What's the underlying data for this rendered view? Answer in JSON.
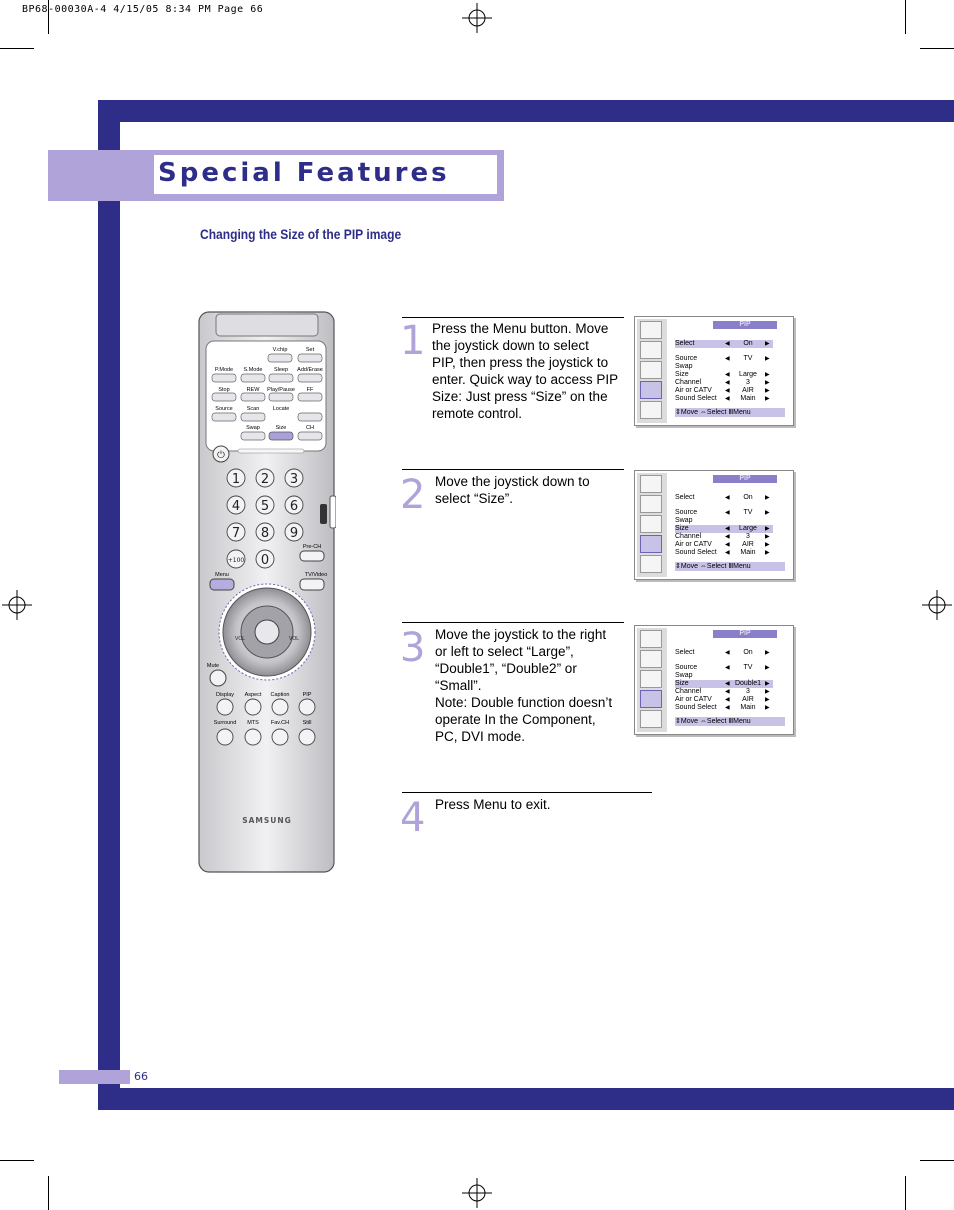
{
  "slug": "BP68-00030A-4  4/15/05  8:34 PM  Page 66",
  "section_title": "Special Features",
  "subtitle": "Changing the Size of the PIP image",
  "page_number": "66",
  "steps": [
    {
      "number": "1",
      "lines": [
        "Press the Menu button. Move",
        "the joystick down to select",
        "PIP, then press the joystick to",
        "enter. Quick way to access PIP",
        "Size: Just press “Size” on the",
        "remote control."
      ]
    },
    {
      "number": "2",
      "lines": [
        "Move the joystick down to",
        "select  “Size”."
      ]
    },
    {
      "number": "3",
      "lines": [
        "Move the joystick to the right",
        "or left to select “Large”,",
        "“Double1”, “Double2” or",
        "“Small”.",
        "Note: Double function doesn’t",
        "operate In the Component,",
        "PC, DVI mode."
      ]
    },
    {
      "number": "4",
      "lines": [
        "Press Menu to exit."
      ]
    }
  ],
  "menus": [
    {
      "header": "PIP",
      "rows": [
        {
          "label": "Select",
          "value": "On",
          "arrows": true
        },
        {
          "label": "Source",
          "value": "TV",
          "arrows": true
        },
        {
          "label": "Swap",
          "value": "",
          "arrows": false
        },
        {
          "label": "Size",
          "value": "Large",
          "arrows": true
        },
        {
          "label": "Channel",
          "value": "3",
          "arrows": true
        },
        {
          "label": "Air or CATV",
          "value": "AIR",
          "arrows": true
        },
        {
          "label": "Sound Select",
          "value": "Main",
          "arrows": true
        }
      ],
      "footer": "⇕Move  ⇔Select  ⅢMenu",
      "highlight": 0
    },
    {
      "header": "PIP",
      "rows": [
        {
          "label": "Select",
          "value": "On",
          "arrows": true
        },
        {
          "label": "Source",
          "value": "TV",
          "arrows": true
        },
        {
          "label": "Swap",
          "value": "",
          "arrows": false
        },
        {
          "label": "Size",
          "value": "Large",
          "arrows": true
        },
        {
          "label": "Channel",
          "value": "3",
          "arrows": true
        },
        {
          "label": "Air or CATV",
          "value": "AIR",
          "arrows": true
        },
        {
          "label": "Sound Select",
          "value": "Main",
          "arrows": true
        }
      ],
      "footer": "⇕Move  ⇔Select  ⅢMenu",
      "highlight": 3
    },
    {
      "header": "PIP",
      "rows": [
        {
          "label": "Select",
          "value": "On",
          "arrows": true
        },
        {
          "label": "Source",
          "value": "TV",
          "arrows": true
        },
        {
          "label": "Swap",
          "value": "",
          "arrows": false
        },
        {
          "label": "Size",
          "value": "Double1",
          "arrows": true
        },
        {
          "label": "Channel",
          "value": "3",
          "arrows": true
        },
        {
          "label": "Air or CATV",
          "value": "AIR",
          "arrows": true
        },
        {
          "label": "Sound Select",
          "value": "Main",
          "arrows": true
        }
      ],
      "footer": "⇕Move  ⇔Select  ⅢMenu",
      "highlight": 3
    }
  ],
  "remote": {
    "brand": "SAMSUNG",
    "top_labels": [
      "V.chip",
      "Set",
      "P.Mode",
      "S.Mode",
      "Sleep",
      "Add/Erase",
      "Stop",
      "REW",
      "Play/Pause",
      "FF",
      "Source",
      "Scan",
      "Locate",
      "Swap",
      "Size",
      "CH"
    ],
    "digits": [
      "1",
      "2",
      "3",
      "4",
      "5",
      "6",
      "7",
      "8",
      "9",
      "+100",
      "0"
    ],
    "prech": "Pre-CH",
    "menu": "Menu",
    "tvvideo": "TV/Video",
    "vol": "VOL",
    "mute": "Mute",
    "row1": [
      "Display",
      "Aspect",
      "Caption",
      "PIP"
    ],
    "row2": [
      "Surround",
      "MTS",
      "Fav.CH",
      "Still"
    ]
  },
  "colors": {
    "navy": "#2e2d88",
    "lavender": "#b0a3d9"
  }
}
